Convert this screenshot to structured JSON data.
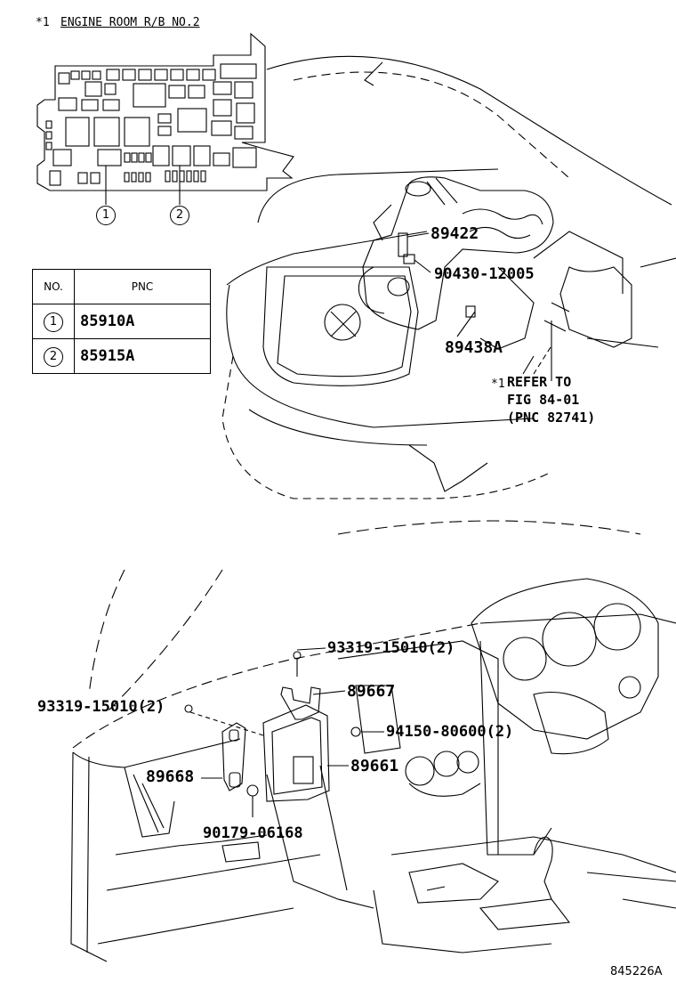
{
  "header": {
    "marker": "*1",
    "title": "ENGINE ROOM R/B NO.2"
  },
  "table": {
    "headers": [
      "NO.",
      "PNC"
    ],
    "rows": [
      {
        "no": "1",
        "pnc": "85910A"
      },
      {
        "no": "2",
        "pnc": "85915A"
      }
    ]
  },
  "fusebox_callouts": [
    "1",
    "2"
  ],
  "engine_labels": {
    "p1": "89422",
    "p2": "90430-12005",
    "p3": "89438A",
    "refer_marker": "*1",
    "refer_line1": "REFER TO",
    "refer_line2": "FIG 84-01",
    "refer_line3": "(PNC 82741)"
  },
  "dash_labels": {
    "p1": "93319-15010(2)",
    "p2": "89667",
    "p3": "93319-15010(2)",
    "p4": "94150-80600(2)",
    "p5": "89661",
    "p6": "89668",
    "p7": "90179-06168"
  },
  "figure_id": "845226A"
}
